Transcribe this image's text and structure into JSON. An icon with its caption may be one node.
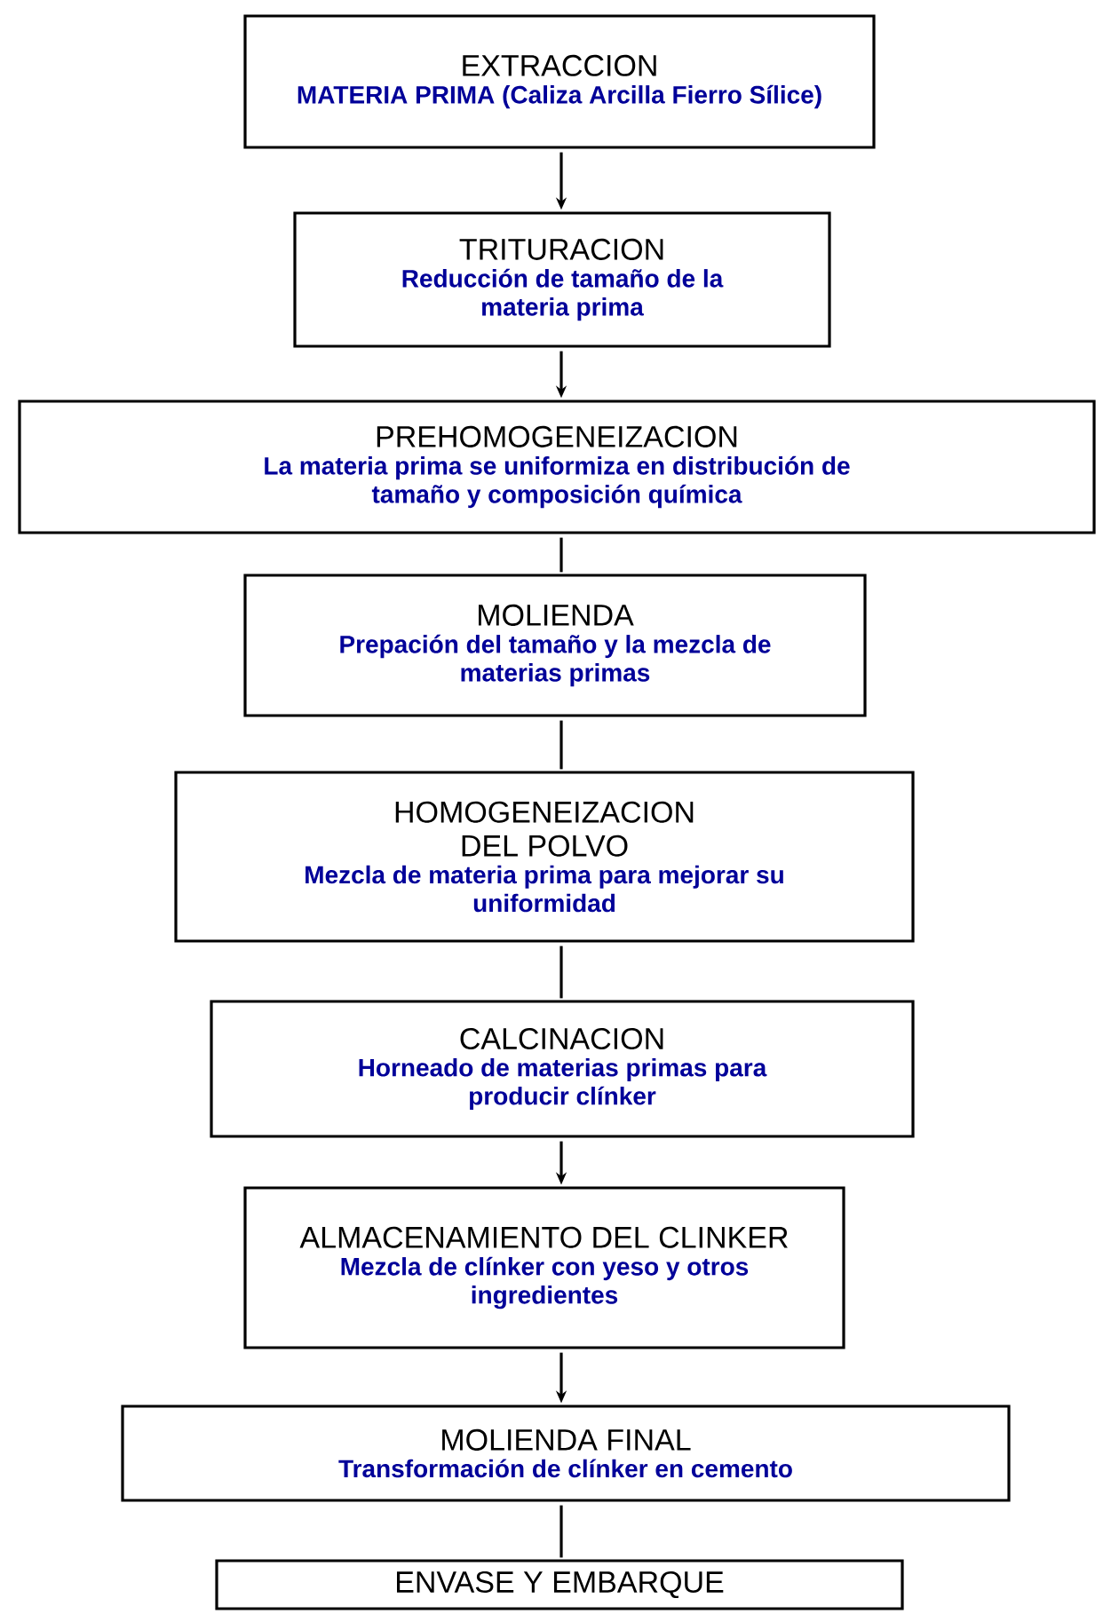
{
  "diagram": {
    "nodes": [
      {
        "text": [
          "EXTRACCION",
          "MATERIA PRIMA (Caliza Arcilla Fierro Sílice)"
        ]
      },
      {
        "text": [
          "TRITURACION",
          "Reducción de tamaño de la materia prima"
        ]
      },
      {
        "text": [
          "PREHOMOGENEIZACION",
          "La materia prima se uniformiza en distribución de tamaño y composición química"
        ]
      },
      {
        "text": [
          "MOLIENDA",
          "Prepación del tamaño y la mezcla de materias primas"
        ]
      },
      {
        "text": [
          "HOMOGENEIZACION DEL POLVO",
          "Mezcla de materia prima para mejorar su uniformidad"
        ]
      },
      {
        "text": [
          "CALCINACION",
          "Horneado de materias primas para producir clínker"
        ]
      },
      {
        "text": [
          "ALMACENAMIENTO DEL CLINKER",
          "Mezcla de clínker con yeso y otros ingredientes"
        ]
      },
      {
        "text": [
          "MOLIENDA FINAL",
          "Transformación de clínker en cemento"
        ]
      },
      {
        "text": [
          "ENVASE Y EMBARQUE"
        ]
      }
    ],
    "edges": [
      {
        "from": 0,
        "to": 1,
        "arrow": "to"
      },
      {
        "from": 1,
        "to": 2,
        "arrow": "to"
      },
      {
        "from": 2,
        "to": 3,
        "arrow": "none"
      },
      {
        "from": 3,
        "to": 4,
        "arrow": "none"
      },
      {
        "from": 4,
        "to": 5,
        "arrow": "none"
      },
      {
        "from": 5,
        "to": 6,
        "arrow": "to"
      },
      {
        "from": 6,
        "to": 7,
        "arrow": "to"
      },
      {
        "from": 7,
        "to": 8,
        "arrow": "none"
      }
    ]
  }
}
